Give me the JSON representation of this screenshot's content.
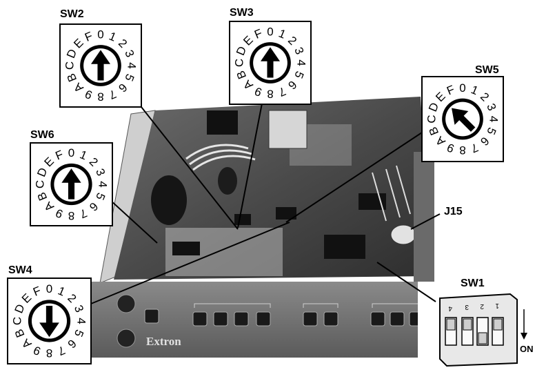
{
  "labels": {
    "sw2": "SW2",
    "sw3": "SW3",
    "sw5": "SW5",
    "sw6": "SW6",
    "sw4": "SW4",
    "sw1": "SW1",
    "j15": "J15"
  },
  "rotary_dial_characters": [
    "0",
    "1",
    "2",
    "3",
    "4",
    "5",
    "6",
    "7",
    "8",
    "9",
    "A",
    "B",
    "C",
    "D",
    "E",
    "F"
  ],
  "rotary_switches": [
    {
      "id": "sw2",
      "pointer": "0"
    },
    {
      "id": "sw3",
      "pointer": "0"
    },
    {
      "id": "sw5",
      "pointer": "E"
    },
    {
      "id": "sw6",
      "pointer": "0"
    },
    {
      "id": "sw4",
      "pointer": "8"
    }
  ],
  "dip_switch": {
    "numbers": [
      "4",
      "3",
      "2",
      "1"
    ],
    "on_label": "ON",
    "positions": [
      "off",
      "off",
      "on",
      "off"
    ]
  },
  "front_panel": {
    "brand": "Extron"
  },
  "colors": {
    "line": "#000000",
    "board_dark": "#3a3a3a",
    "chassis": "#c8c8c8"
  }
}
